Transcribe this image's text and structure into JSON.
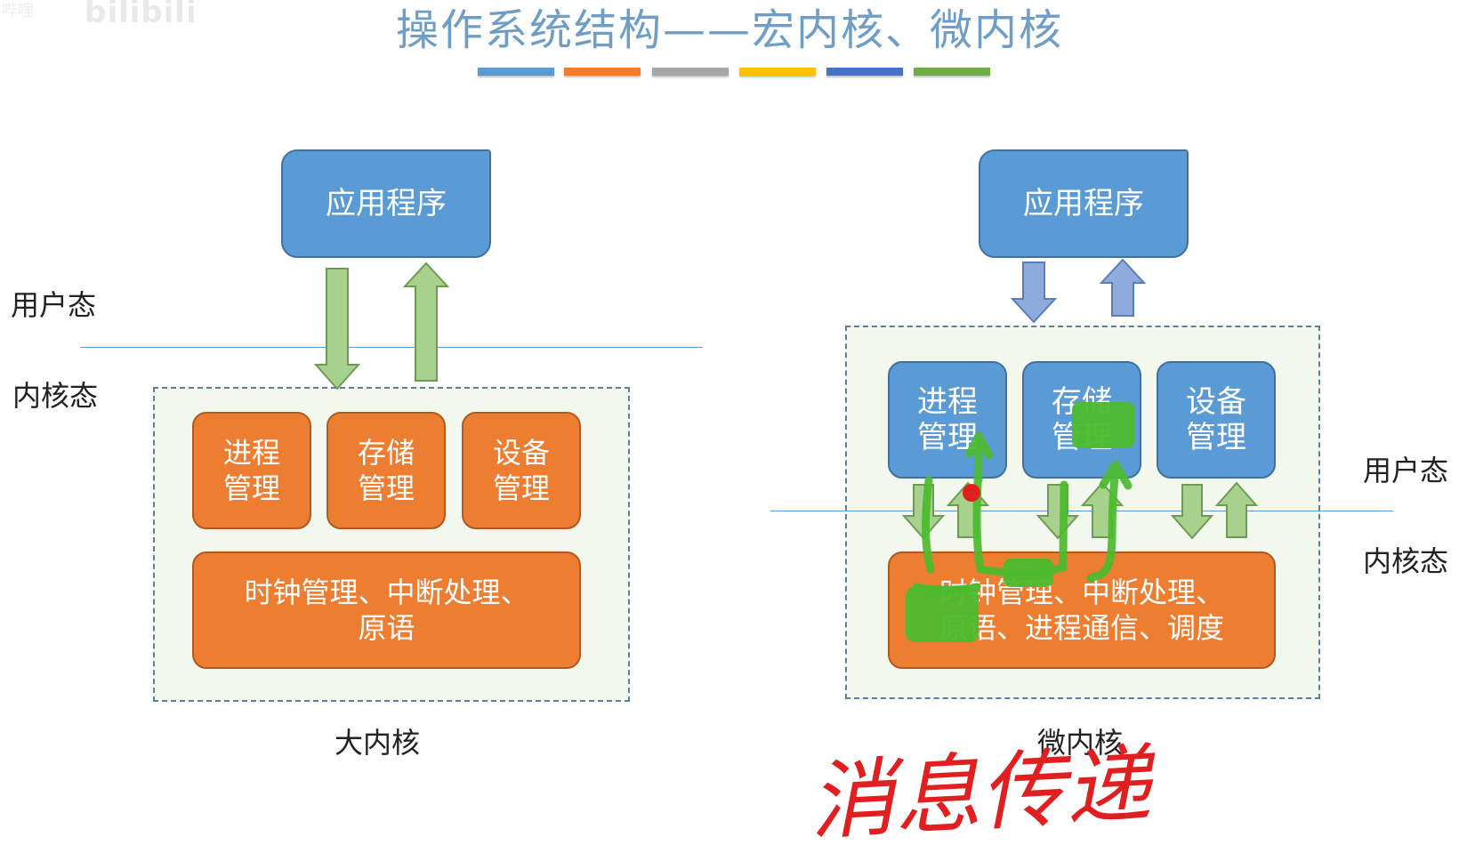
{
  "title": "操作系统结构——宏内核、微内核",
  "watermark": {
    "site": "bilibili",
    "prefix": "哔哩"
  },
  "accent_colors": [
    "#5b9bd5",
    "#ed7d31",
    "#a5a5a5",
    "#ffc000",
    "#4472c4",
    "#70ad47"
  ],
  "left": {
    "app": "应用程序",
    "user_mode": "用户态",
    "kernel_mode": "内核态",
    "modules": [
      "进程\n管理",
      "存储\n管理",
      "设备\n管理"
    ],
    "core": "时钟管理、中断处理、\n原语",
    "caption": "大内核"
  },
  "right": {
    "app": "应用程序",
    "user_mode": "用户态",
    "kernel_mode": "内核态",
    "modules": [
      "进程\n管理",
      "存储\n管理",
      "设备\n管理"
    ],
    "core": "时钟管理、中断处理、\n原语、进程通信、调度",
    "caption": "微内核"
  },
  "handwriting": "消息传递",
  "colors": {
    "box_blue": "#5b9bd5",
    "box_orange": "#ed7d31",
    "arrow_green": "#a9d18e",
    "arrow_blue": "#8faadc",
    "ink_green": "#4cbb2e",
    "ink_red": "#e02020"
  }
}
